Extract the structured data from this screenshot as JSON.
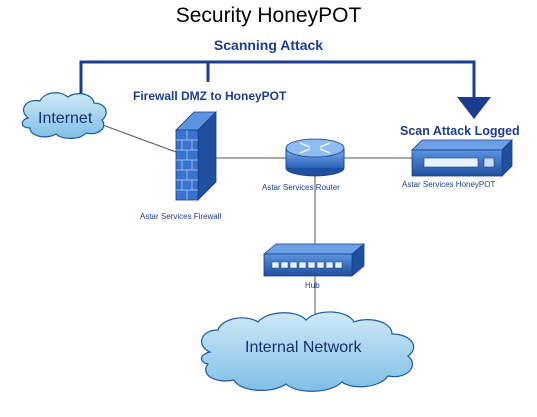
{
  "diagram": {
    "title": "Security HoneyPOT",
    "scan_label": "Scanning Attack",
    "firewall_dmz_label": "Firewall DMZ to HoneyPOT",
    "scan_logged_label": "Scan Attack Logged",
    "nodes": {
      "internet": "Internet",
      "firewall": "Astar Services Firewall",
      "router": "Astar Services Router",
      "honeypot": "Astar Services HoneyPOT",
      "hub": "Hub",
      "internal": "Internal Network"
    },
    "colors": {
      "arrow": "#1b3d8f",
      "text_blue": "#1b3d8f",
      "cloud_fill": "#9fd0ec",
      "cloud_stroke": "#1a5aa0",
      "device_blue": "#2d6bc8",
      "link_line": "#555555"
    }
  }
}
